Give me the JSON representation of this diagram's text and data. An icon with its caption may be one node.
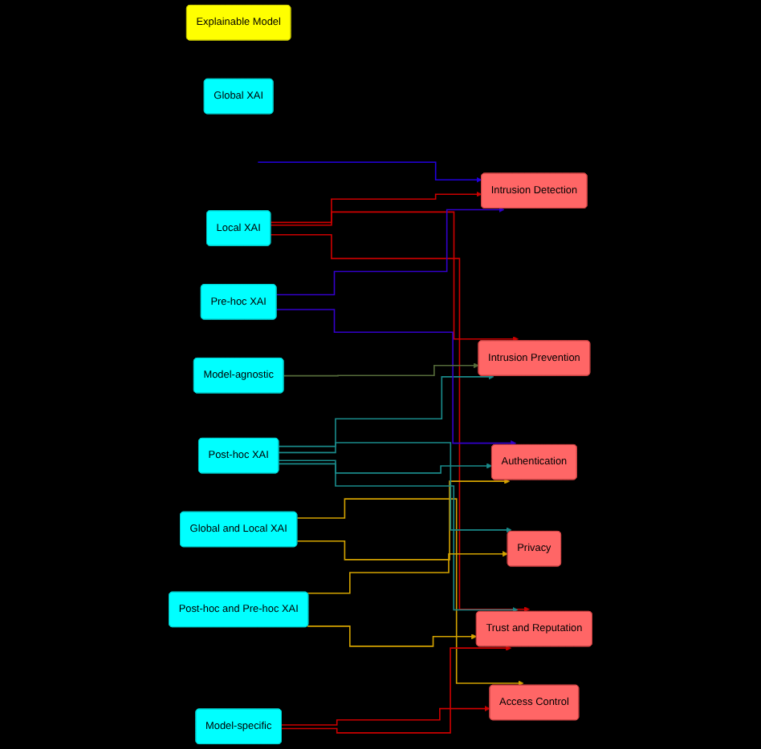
{
  "diagram": {
    "nodes": [
      {
        "text": [
          "Explainable  Model"
        ]
      },
      {
        "text": [
          "Global XAI"
        ]
      },
      {
        "text": [
          "Local XAI"
        ]
      },
      {
        "text": [
          "Global and Local XAI"
        ]
      },
      {
        "text": [
          "Post-hoc XAI"
        ]
      },
      {
        "text": [
          "Pre-hoc XAI"
        ]
      },
      {
        "text": [
          "Post-hoc and Pre-hoc XAI"
        ]
      },
      {
        "text": [
          "Model-specific"
        ]
      },
      {
        "text": [
          "Model-agnostic"
        ]
      },
      {
        "text": [
          "Intrusion Detection"
        ]
      },
      {
        "text": [
          "Intrusion Prevention"
        ]
      },
      {
        "text": [
          "Access Control"
        ]
      },
      {
        "text": [
          "Privacy"
        ]
      },
      {
        "text": [
          "Authentication"
        ]
      },
      {
        "text": [
          "Trust and Reputation"
        ]
      }
    ],
    "edges": [
      {
        "from": 2,
        "to": 9,
        "arrow": "to",
        "color": "#cc0000"
      },
      {
        "from": 2,
        "to": 10,
        "arrow": "to",
        "color": "#cc0000"
      },
      {
        "from": 2,
        "to": 14,
        "arrow": "to",
        "color": "#cc0000"
      },
      {
        "from": null,
        "to": 9,
        "arrow": "to",
        "color": "#2200dd"
      },
      {
        "from": 3,
        "to": 11,
        "arrow": "to",
        "color": "#d4a300"
      },
      {
        "from": 3,
        "to": 13,
        "arrow": "to",
        "color": "#d4a300"
      },
      {
        "from": 4,
        "to": 10,
        "arrow": "to",
        "color": "#1a8a8a"
      },
      {
        "from": 4,
        "to": 12,
        "arrow": "to",
        "color": "#1a8a8a"
      },
      {
        "from": 4,
        "to": 13,
        "arrow": "to",
        "color": "#1a8a8a"
      },
      {
        "from": 4,
        "to": 14,
        "arrow": "to",
        "color": "#1a8a8a"
      },
      {
        "from": 5,
        "to": 9,
        "arrow": "to",
        "color": "#3300cc"
      },
      {
        "from": 5,
        "to": 13,
        "arrow": "to",
        "color": "#3300cc"
      },
      {
        "from": 6,
        "to": 12,
        "arrow": "to",
        "color": "#d4a300"
      },
      {
        "from": 6,
        "to": 14,
        "arrow": "to",
        "color": "#d4a300"
      },
      {
        "from": 7,
        "to": 11,
        "arrow": "to",
        "color": "#cc0000"
      },
      {
        "from": 7,
        "to": 14,
        "arrow": "to",
        "color": "#cc0000"
      },
      {
        "from": 8,
        "to": 10,
        "arrow": "to",
        "color": "#556b3a"
      }
    ]
  }
}
